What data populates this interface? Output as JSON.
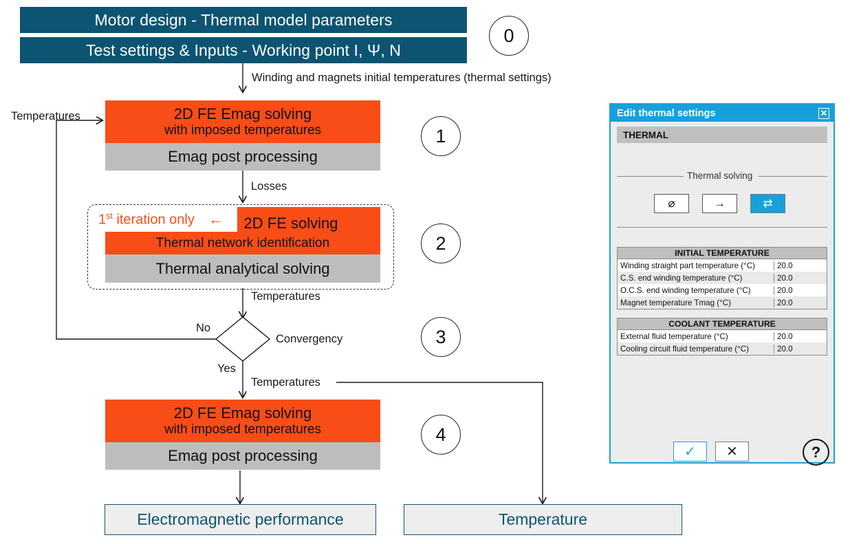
{
  "flow": {
    "header_boxes": [
      {
        "label": "Motor design - Thermal model parameters"
      },
      {
        "label": "Test settings & Inputs - Working point I, Ψ, N"
      }
    ],
    "step_markers": [
      "0",
      "1",
      "2",
      "3",
      "4"
    ],
    "edge_labels": {
      "initial_temps": "Winding and magnets initial temperatures (thermal settings)",
      "losses": "Losses",
      "temps_from_thermal": "Temperatures",
      "temps_feedback": "Temperatures",
      "temps_to_final": "Temperatures",
      "no": "No",
      "yes": "Yes",
      "convergency": "Convergency"
    },
    "step1": {
      "orange_line1": "2D FE Emag solving",
      "orange_line2": "with imposed temperatures",
      "gray_label": "Emag post processing"
    },
    "step2": {
      "iteration_note": "1",
      "iteration_note_sup": "st",
      "iteration_note_rest": " iteration only",
      "iteration_arrow": "←",
      "orange_top": "2D FE solving",
      "orange_mid": "Thermal network identification",
      "gray_label": "Thermal analytical solving"
    },
    "step4": {
      "orange_line1": "2D FE Emag solving",
      "orange_line2": "with imposed temperatures",
      "gray_label": "Emag post processing"
    },
    "results": [
      {
        "label": "Electromagnetic performance"
      },
      {
        "label": "Temperature"
      }
    ]
  },
  "dialog": {
    "title": "Edit thermal settings",
    "close_icon": "✕",
    "section_header": "THERMAL",
    "fieldset_legend": "Thermal solving",
    "solving_buttons": [
      {
        "icon": "⌀",
        "name": "no-thermal-solving",
        "active": false
      },
      {
        "icon": "→",
        "name": "one-way-coupling",
        "active": false
      },
      {
        "icon": "⇄",
        "name": "two-way-coupling",
        "active": true
      }
    ],
    "tables": [
      {
        "header": "INITIAL TEMPERATURE",
        "rows": [
          {
            "label": "Winding straight part temperature (°C)",
            "value": "20.0"
          },
          {
            "label": "C.S. end winding temperature (°C)",
            "value": "20.0"
          },
          {
            "label": "O.C.S. end winding temperature (°C)",
            "value": "20.0"
          },
          {
            "label": "Magnet temperature Tmag (°C)",
            "value": "20.0"
          }
        ]
      },
      {
        "header": "COOLANT TEMPERATURE",
        "rows": [
          {
            "label": "External fluid temperature (°C)",
            "value": "20.0"
          },
          {
            "label": "Cooling circuit fluid temperature (°C)",
            "value": "20.0"
          }
        ]
      }
    ],
    "footer": {
      "ok_icon": "✓",
      "cancel_icon": "✕",
      "help_icon": "?"
    }
  },
  "colors": {
    "teal": "#0d5472",
    "orange": "#f94d17",
    "gray": "#bdbdbd",
    "dialog_blue": "#18a0db",
    "dialog_bg": "#ececec"
  }
}
